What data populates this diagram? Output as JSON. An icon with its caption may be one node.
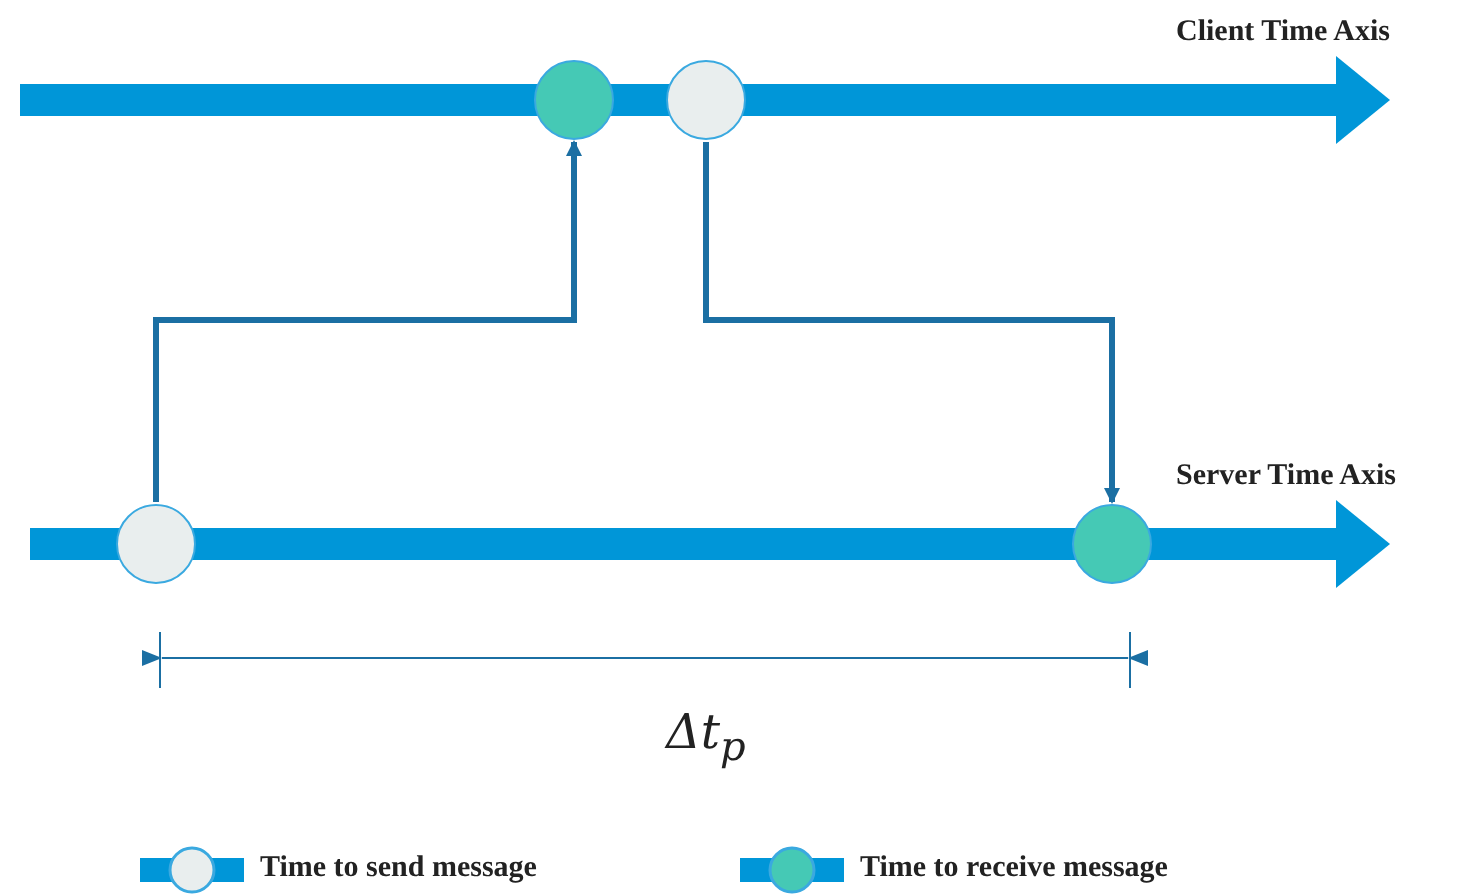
{
  "diagram": {
    "nodes": [
      {
        "text": [],
        "shape": "circle"
      },
      {
        "text": [],
        "shape": "circle"
      },
      {
        "text": [],
        "shape": "circle"
      },
      {
        "text": [],
        "shape": "circle"
      }
    ],
    "edges": [
      {
        "from": 2,
        "to": 0,
        "arrow": "to"
      },
      {
        "from": 1,
        "to": 3,
        "arrow": "to"
      }
    ],
    "labels": [
      "Client Time Axis",
      "Server Time Axis",
      "Δt$_{p}$"
    ],
    "legend": [
      {
        "text": "Time to send message"
      },
      {
        "text": "Time to receive message"
      }
    ]
  }
}
